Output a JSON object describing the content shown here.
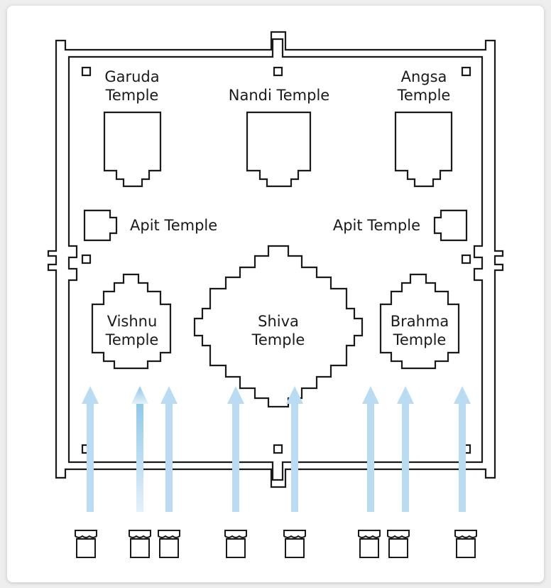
{
  "diagram": {
    "temples": {
      "garuda": {
        "line1": "Garuda",
        "line2": "Temple"
      },
      "nandi": {
        "line1": "Nandi Temple"
      },
      "angsa": {
        "line1": "Angsa",
        "line2": "Temple"
      },
      "apit_left": {
        "line1": "Apit Temple"
      },
      "apit_right": {
        "line1": "Apit Temple"
      },
      "vishnu": {
        "line1": "Vishnu",
        "line2": "Temple"
      },
      "shiva": {
        "line1": "Shiva",
        "line2": "Temple"
      },
      "brahma": {
        "line1": "Brahma",
        "line2": "Temple"
      }
    },
    "colors": {
      "outline": "#1a1a1a",
      "arrow": "#b9dcf2",
      "arrow_strong": "#8fc7ea"
    }
  }
}
